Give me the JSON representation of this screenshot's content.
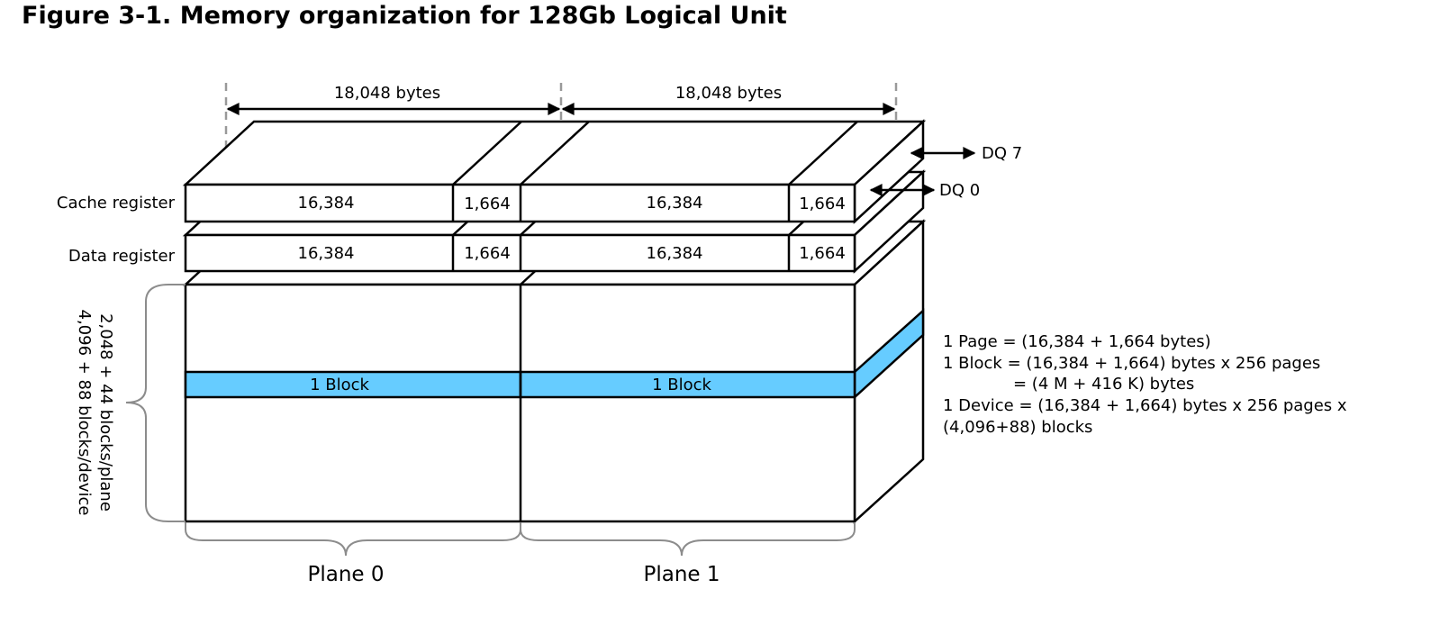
{
  "title": "Figure 3-1. Memory organization for 128Gb Logical Unit",
  "dimensions": {
    "plane0_width": "18,048 bytes",
    "plane1_width": "18,048 bytes"
  },
  "registers": {
    "cache_label": "Cache register",
    "data_label": "Data register",
    "cache_cells": [
      "16,384",
      "1,664",
      "16,384",
      "1,664"
    ],
    "data_cells": [
      "16,384",
      "1,664",
      "16,384",
      "1,664"
    ]
  },
  "dq": {
    "top": "DQ 7",
    "bottom": "DQ 0"
  },
  "array": {
    "block_labels": [
      "1 Block",
      "1 Block"
    ],
    "block_color": "#66ccff",
    "side_label_line1": "2,048 + 44  blocks/plane",
    "side_label_line2": "4,096 + 88 blocks/device"
  },
  "planes": [
    "Plane 0",
    "Plane 1"
  ],
  "formulas": [
    "1 Page  = (16,384 + 1,664  bytes)",
    "1 Block  = (16,384 + 1,664) bytes x 256 pages",
    "= (4 M + 416 K) bytes",
    "1 Device = (16,384 + 1,664) bytes x 256 pages x",
    "(4,096+88) blocks"
  ]
}
